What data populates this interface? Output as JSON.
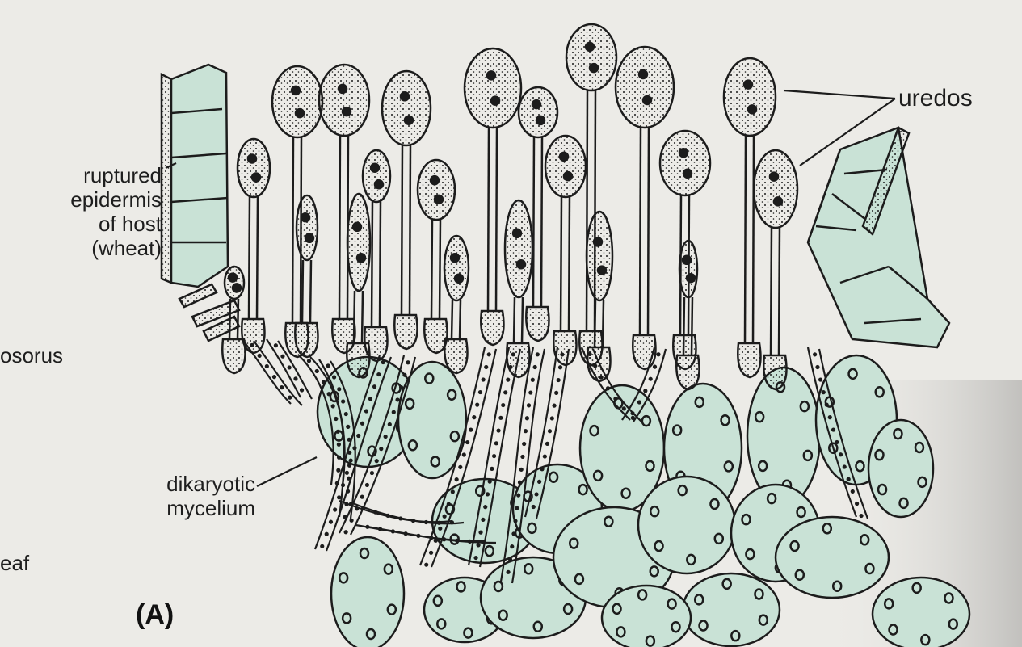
{
  "labels": {
    "ruptured_epidermis": [
      "ruptured",
      "epidermis",
      "of host",
      "(wheat)"
    ],
    "uredosorus_partial_left": "osorus",
    "uredospore_partial_top": "uredos",
    "dikaryotic_mycelium": [
      "dikaryotic",
      "mycelium"
    ],
    "leaf_partial": "eaf",
    "panel": "(A)"
  },
  "colors": {
    "cell_fill": "#c9e2d6",
    "ink": "#1c1c1c",
    "paper": "#ecebe7",
    "shadow": "#c4c3c0"
  }
}
